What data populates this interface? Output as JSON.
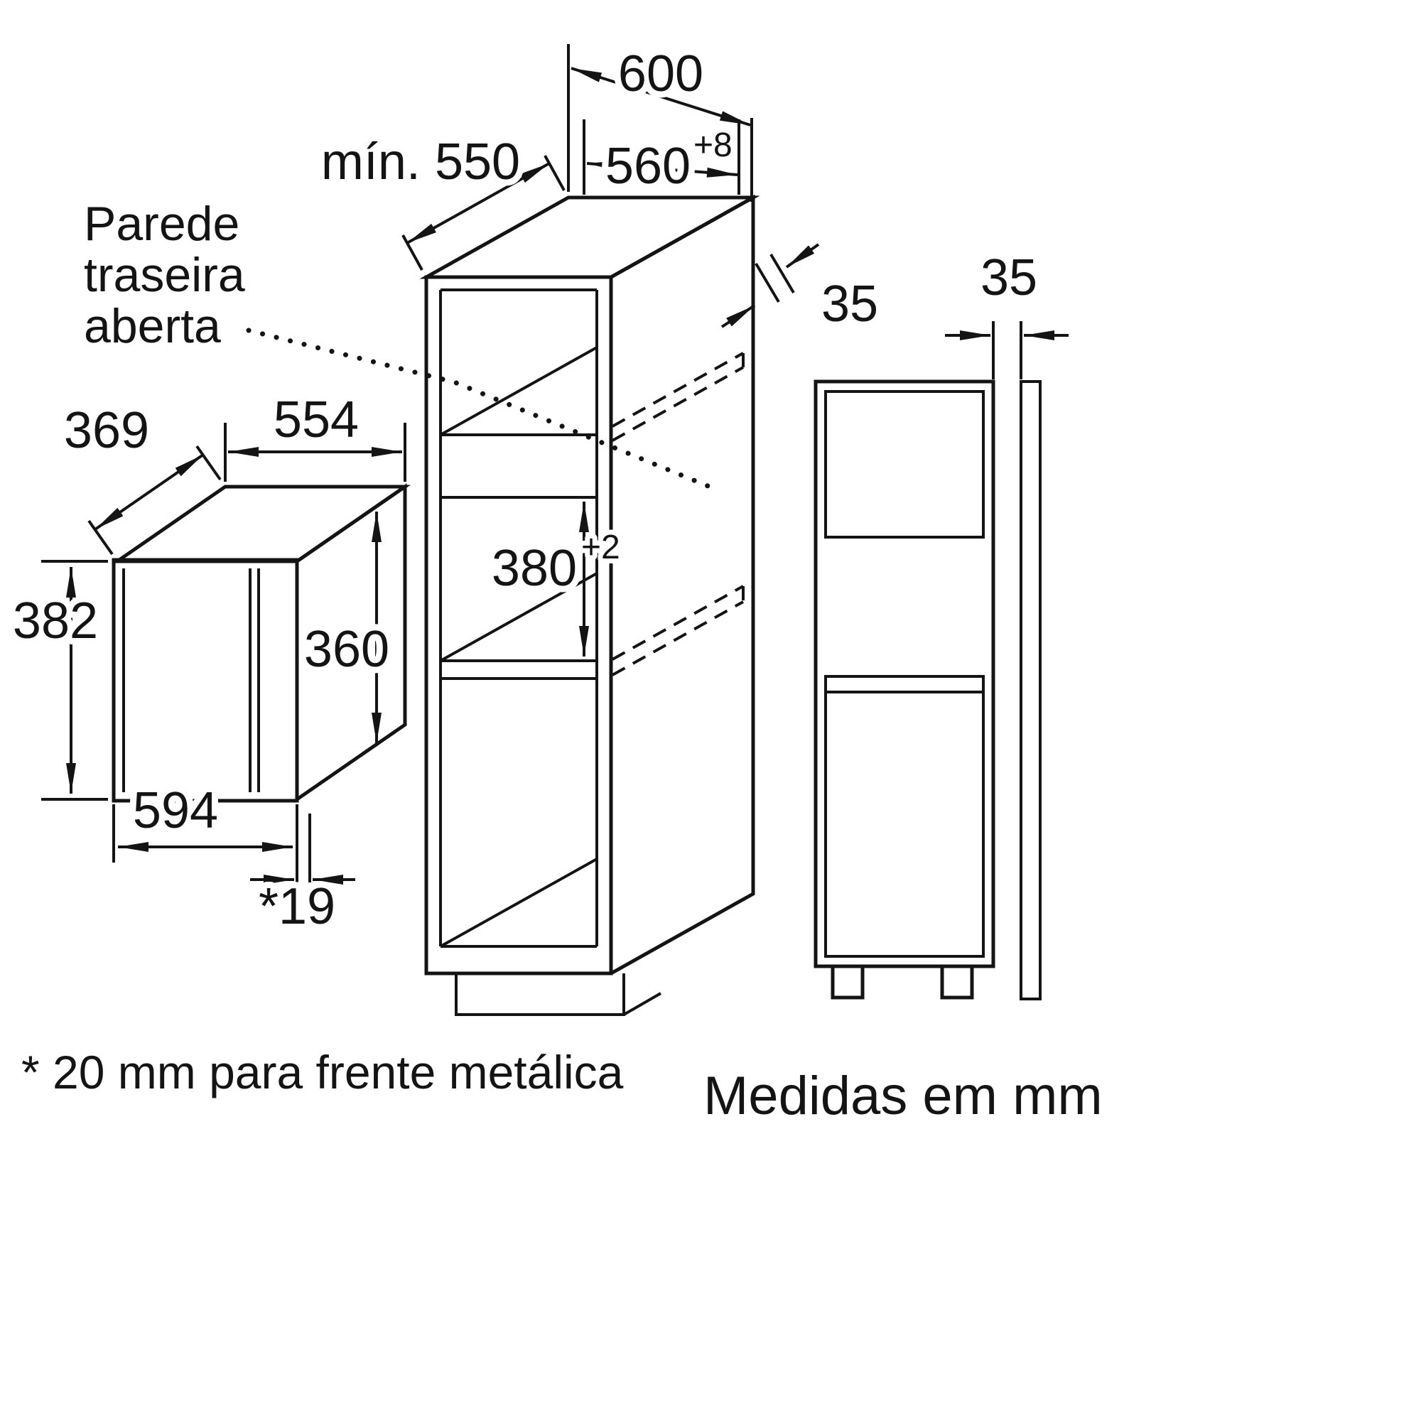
{
  "footer": {
    "footnote": "* 20 mm para frente metálica",
    "units": "Medidas em mm"
  },
  "rear_wall": {
    "line1": "Parede",
    "line2": "traseira",
    "line3": "aberta"
  },
  "dims": {
    "cabinet_width": "600",
    "min_depth": "mín. 550",
    "niche_width": "560",
    "niche_width_tol": "+8",
    "rear_gap": "35",
    "wall_gap": "35",
    "appliance_depth": "369",
    "appliance_width_top": "554",
    "appliance_height": "382",
    "appliance_body_height": "360",
    "niche_height": "380",
    "niche_height_tol": "+2",
    "appliance_width_front": "594",
    "front_offset": "*19"
  }
}
